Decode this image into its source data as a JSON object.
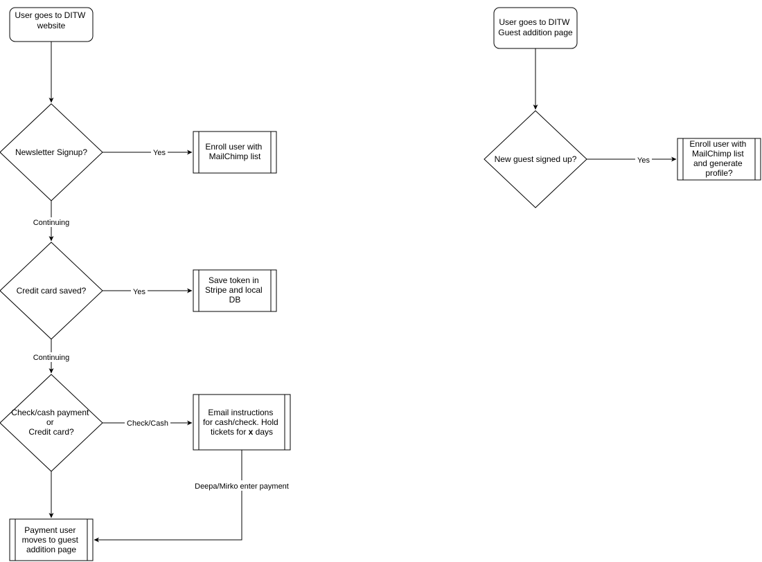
{
  "nodes": {
    "start_left": {
      "lines": [
        "User goes to DITW",
        "website"
      ]
    },
    "newsletter": {
      "lines": [
        "Newsletter Signup?"
      ]
    },
    "enroll_mailchimp": {
      "lines": [
        "Enroll user with",
        "MailChimp list"
      ]
    },
    "credit_saved": {
      "lines": [
        "Credit card saved?"
      ]
    },
    "save_token": {
      "lines": [
        "Save token in",
        "Stripe and local",
        "DB"
      ]
    },
    "payment_choice": {
      "lines": [
        "Check/cash payment",
        "or",
        "Credit card?"
      ]
    },
    "email_instructions": {
      "line1": "Email instructions",
      "line2": "for cash/check. Hold",
      "line3_pre": "tickets for ",
      "line3_bold": "x",
      "line3_post": " days"
    },
    "payment_guest": {
      "lines": [
        "Payment user",
        "moves to guest",
        "addition page"
      ]
    },
    "start_right": {
      "lines": [
        "User goes to DITW",
        "Guest addition page"
      ]
    },
    "new_guest": {
      "lines": [
        "New guest signed up?"
      ]
    },
    "enroll_profile": {
      "lines": [
        "Enroll user with",
        "MailChimp list",
        "and generate",
        "profile?"
      ]
    }
  },
  "edges": {
    "newsletter_yes": "Yes",
    "newsletter_continuing": "Continuing",
    "credit_yes": "Yes",
    "credit_continuing": "Continuing",
    "check_cash": "Check/Cash",
    "deepa_mirko": "Deepa/Mirko enter payment",
    "guest_yes": "Yes"
  }
}
